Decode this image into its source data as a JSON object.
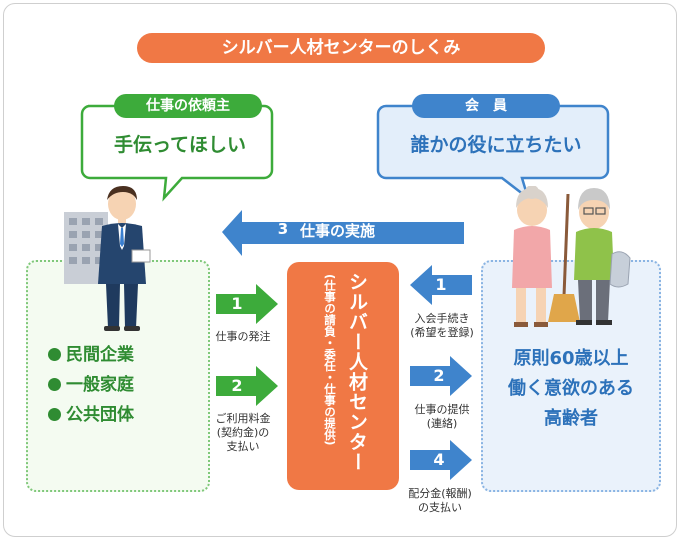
{
  "title": "シルバー人材センターのしくみ",
  "client": {
    "label": "仕事の依頼主",
    "speech": "手伝ってほしい",
    "items": [
      "民間企業",
      "一般家庭",
      "公共団体"
    ]
  },
  "member": {
    "label": "会　員",
    "speech": "誰かの役に立ちたい",
    "lines": [
      "原則60歳以上",
      "働く意欲のある",
      "高齢者"
    ]
  },
  "center": {
    "name": "シルバー人材センター",
    "sub": "(仕事の請負・委任・仕事の提供)"
  },
  "flows": {
    "top": {
      "num": "3",
      "label": "仕事の実施"
    },
    "left1": {
      "num": "1",
      "caption": "仕事の発注"
    },
    "left2": {
      "num": "2",
      "caption1": "ご利用料金",
      "caption2": "(契約金)の",
      "caption3": "支払い"
    },
    "right1": {
      "num": "1",
      "caption1": "入会手続き",
      "caption2": "(希望を登録)"
    },
    "right2": {
      "num": "2",
      "caption1": "仕事の提供",
      "caption2": "(連絡)"
    },
    "right4": {
      "num": "4",
      "caption1": "配分金(報酬)",
      "caption2": "の支払い"
    }
  },
  "colors": {
    "orange": "#f07845",
    "green": "#3dab3b",
    "blue": "#3f84cc"
  }
}
